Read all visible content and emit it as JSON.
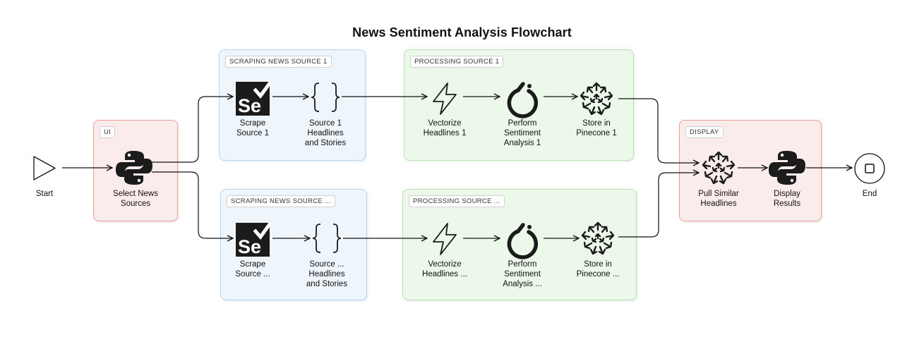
{
  "title": "News Sentiment Analysis Flowchart",
  "groups": {
    "ui": "UI",
    "scrape1": "SCRAPING NEWS SOURCE 1",
    "scrape2": "SCRAPING NEWS SOURCE ...",
    "proc1": "PROCESSING SOURCE 1",
    "proc2": "PROCESSING SOURCE ...",
    "display": "DISPLAY"
  },
  "nodes": {
    "start": "Start",
    "select": "Select News\nSources",
    "scrape1": "Scrape\nSource 1",
    "scrape2": "Scrape\nSource ...",
    "headlines1": "Source 1\nHeadlines\nand Stories",
    "headlines2": "Source ...\nHeadlines\nand Stories",
    "vectorize1": "Vectorize\nHeadlines 1",
    "vectorize2": "Vectorize\nHeadlines ...",
    "sentiment1": "Perform\nSentiment\nAnalysis 1",
    "sentiment2": "Perform\nSentiment\nAnalysis ...",
    "store1": "Store in\nPinecone 1",
    "store2": "Store in\nPinecone ...",
    "pull": "Pull Similar\nHeadlines",
    "display": "Display\nResults",
    "end": "End"
  },
  "icons": {
    "start": "triangle-start-icon",
    "select": "python-icon",
    "scrape": "selenium-icon",
    "headlines": "curly-braces-icon",
    "vectorize": "lightning-icon",
    "sentiment": "pytorch-icon",
    "store": "pinecone-icon",
    "pull": "pinecone-icon",
    "display": "python-icon",
    "end": "stop-icon"
  },
  "colors": {
    "blue_group": "#eef5fb",
    "green_group": "#ecf8ea",
    "red_group": "#fbecec",
    "red_border": "#ea9b9b"
  }
}
